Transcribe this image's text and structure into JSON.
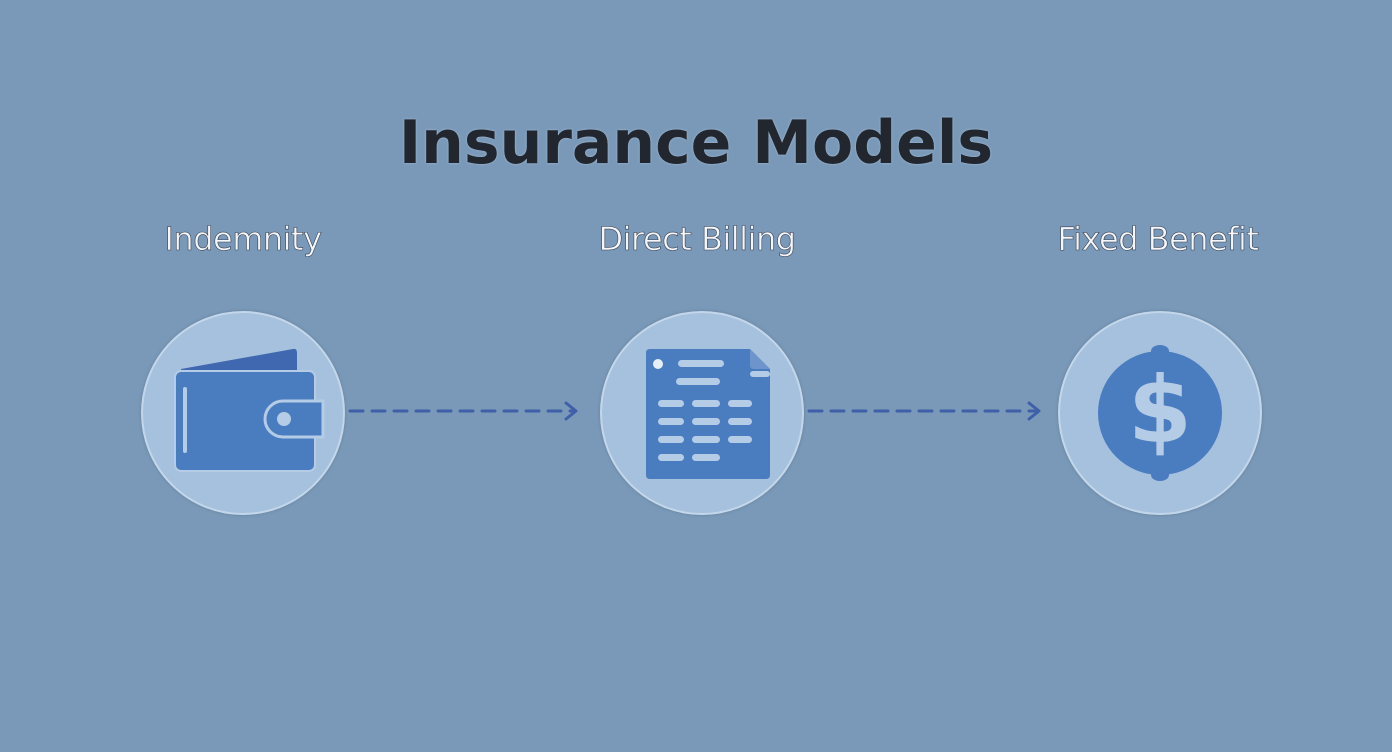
{
  "title": "Insurance Models",
  "models": [
    {
      "label": "Indemnity",
      "icon": "wallet-icon"
    },
    {
      "label": "Direct Billing",
      "icon": "invoice-document-icon"
    },
    {
      "label": "Fixed Benefit",
      "icon": "dollar-coin-icon"
    }
  ],
  "connectors": [
    {
      "from": "Indemnity",
      "to": "Direct Billing",
      "style": "dashed-arrow"
    },
    {
      "from": "Direct Billing",
      "to": "Fixed Benefit",
      "style": "dashed-arrow"
    }
  ],
  "colors": {
    "background": "#7a99b8",
    "title": "#22272f",
    "circle_fill": "#a6c1de",
    "icon_fill": "#4a7cc0",
    "arrow": "#3f5fa8"
  }
}
